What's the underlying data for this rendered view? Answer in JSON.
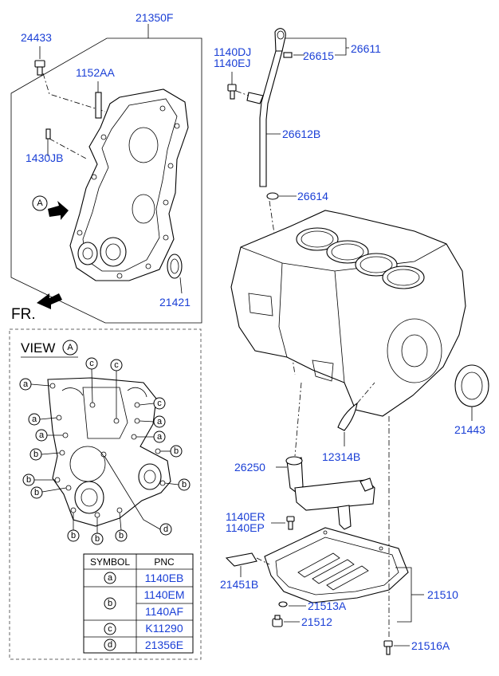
{
  "labels": {
    "p21350F": "21350F",
    "p24433": "24433",
    "p1152AA": "1152AA",
    "p1430JB": "1430JB",
    "p21421": "21421",
    "p1140DJ": "1140DJ",
    "p1140EJ": "1140EJ",
    "p26611": "26611",
    "p26615": "26615",
    "p26612B": "26612B",
    "p26614": "26614",
    "p21443": "21443",
    "p12314B": "12314B",
    "p26250": "26250",
    "p1140ER": "1140ER",
    "p1140EP": "1140EP",
    "p21451B": "21451B",
    "p21510": "21510",
    "p21513A": "21513A",
    "p21512": "21512",
    "p21516A": "21516A"
  },
  "markers": {
    "front": "FR.",
    "view_letter": "A"
  },
  "view": {
    "title": "VIEW",
    "letter": "A",
    "callout_a": "a",
    "callout_b": "b",
    "callout_c": "c",
    "callout_d": "d"
  },
  "table": {
    "header_symbol": "SYMBOL",
    "header_pnc": "PNC",
    "rows": [
      {
        "symbol": "a",
        "pnc": "1140EB"
      },
      {
        "symbol": "b",
        "pnc": "1140EM"
      },
      {
        "symbol": "",
        "pnc": "1140AF"
      },
      {
        "symbol": "c",
        "pnc": "K11290"
      },
      {
        "symbol": "d",
        "pnc": "21356E"
      }
    ]
  },
  "colors": {
    "label": "#1a3fd6",
    "line": "#000000",
    "view_border": "#666666"
  }
}
